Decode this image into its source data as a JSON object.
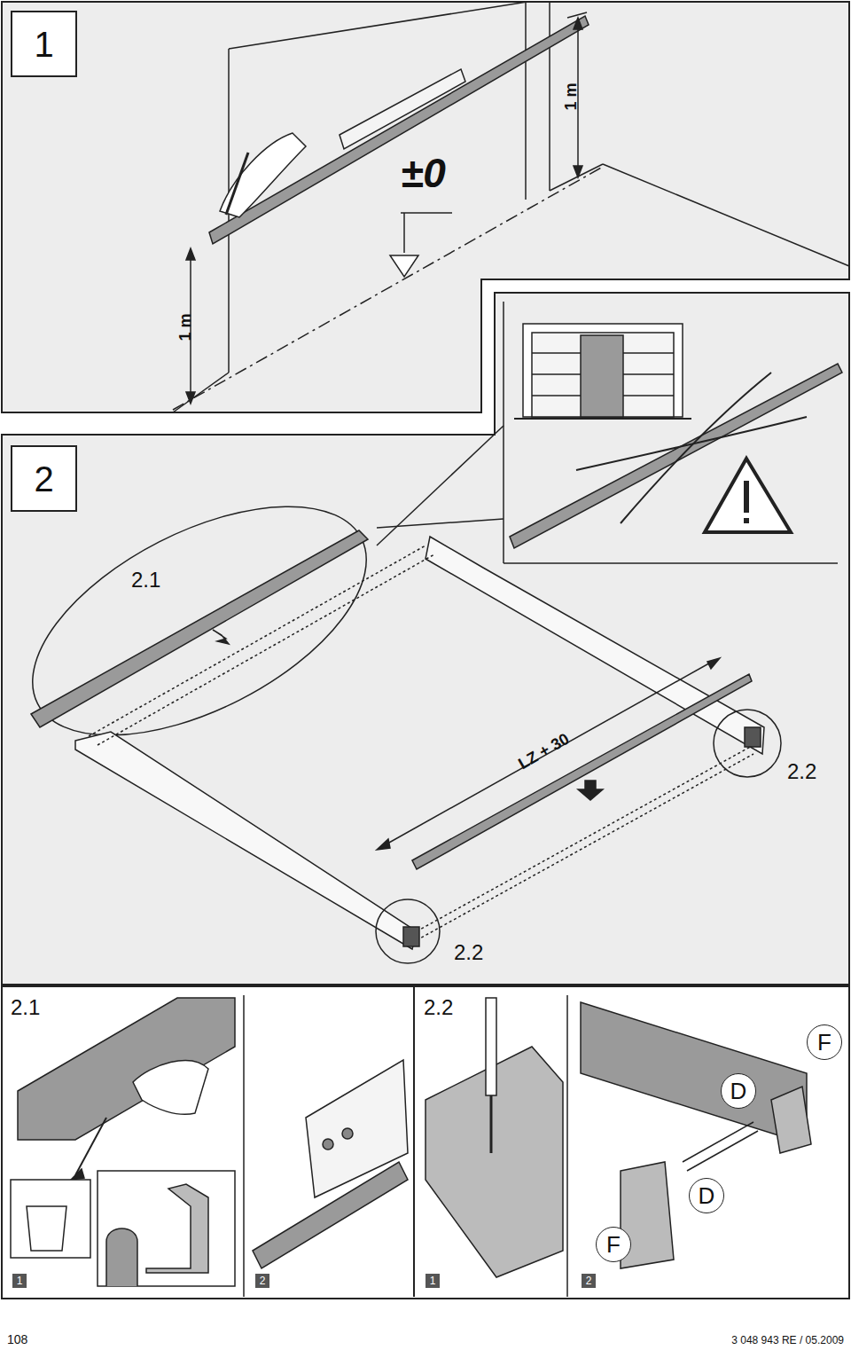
{
  "diagram": {
    "nodes": [
      {
        "text": [
          "1"
        ]
      },
      {
        "text": [
          "2"
        ]
      },
      {
        "text": [
          "1"
        ]
      },
      {
        "text": [
          "2"
        ]
      },
      {
        "text": [
          "F"
        ]
      },
      {
        "text": [
          "D"
        ]
      },
      {
        "text": [
          "D"
        ]
      },
      {
        "text": [
          "1"
        ]
      },
      {
        "text": [
          "F"
        ]
      },
      {
        "text": [
          "2"
        ]
      }
    ],
    "labels": [
      "1 m",
      "±0",
      "1 m",
      "2.1",
      "LZ + 30",
      "2.2",
      "2.2",
      "2.1",
      "2.2",
      "108",
      "3 048 943 RE / 05.2009"
    ]
  }
}
